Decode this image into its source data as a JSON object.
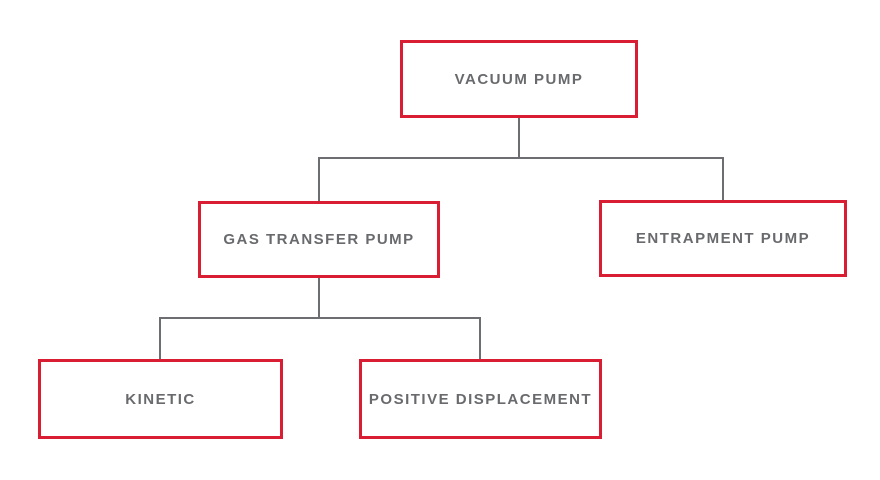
{
  "diagram": {
    "type": "tree",
    "nodes": [
      {
        "id": "vacuum-pump",
        "label": "VACUUM PUMP"
      },
      {
        "id": "gas-transfer-pump",
        "label": "GAS TRANSFER PUMP"
      },
      {
        "id": "entrapment-pump",
        "label": "ENTRAPMENT PUMP"
      },
      {
        "id": "kinetic",
        "label": "KINETIC"
      },
      {
        "id": "positive-displacement",
        "label": "POSITIVE DISPLACEMENT"
      }
    ],
    "edges": [
      {
        "from": "vacuum-pump",
        "to": "gas-transfer-pump"
      },
      {
        "from": "vacuum-pump",
        "to": "entrapment-pump"
      },
      {
        "from": "gas-transfer-pump",
        "to": "kinetic"
      },
      {
        "from": "gas-transfer-pump",
        "to": "positive-displacement"
      }
    ],
    "colors": {
      "background": "#ffffff",
      "box_border": "#d91e34",
      "text": "#696a6d",
      "connector": "#6d6e71"
    }
  }
}
